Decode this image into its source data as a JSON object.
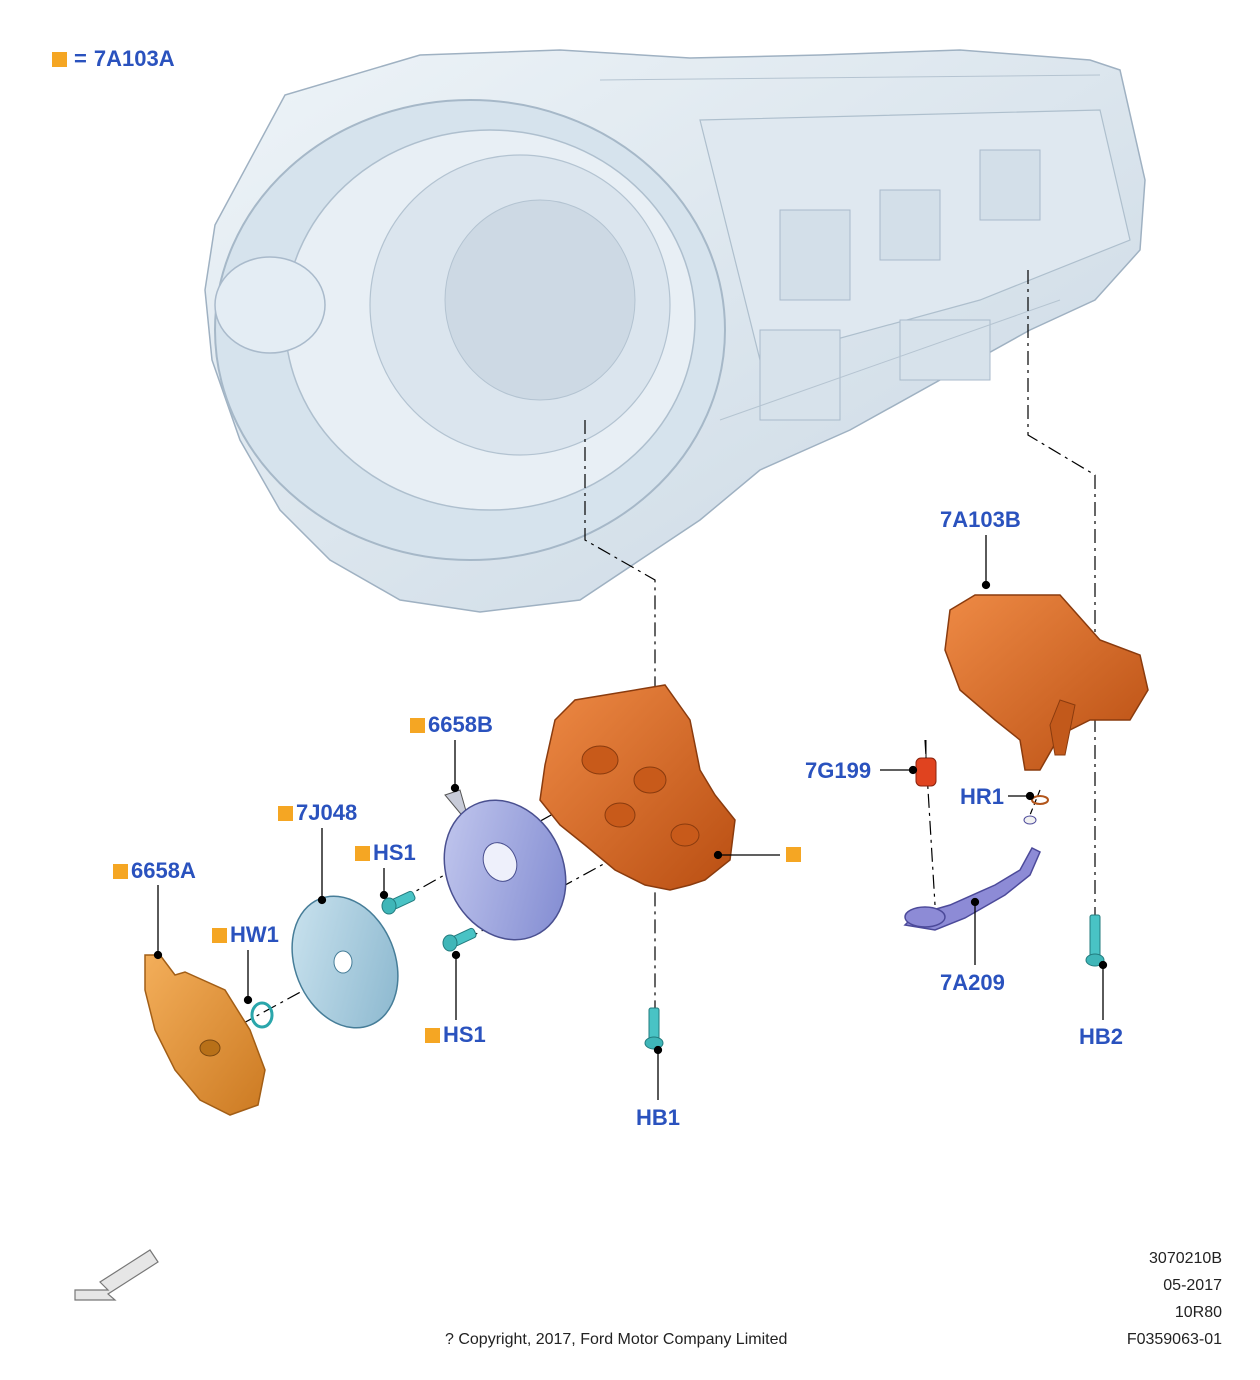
{
  "legend": {
    "equals": "=",
    "code": "7A103A",
    "marker_color": "#f5a623"
  },
  "callouts": {
    "c_7A103B": "7A103B",
    "c_6658B": "6658B",
    "c_7J048": "7J048",
    "c_6658A": "6658A",
    "c_HS1_top": "HS1",
    "c_HW1": "HW1",
    "c_HS1_bottom": "HS1",
    "c_7G199": "7G199",
    "c_HR1": "HR1",
    "c_7A209": "7A209",
    "c_HB1": "HB1",
    "c_HB2": "HB2"
  },
  "meta": {
    "code": "3070210B",
    "date": "05-2017",
    "model": "10R80",
    "figure": "F0359063-01"
  },
  "copyright": "? Copyright, 2017, Ford Motor Company Limited",
  "colors": {
    "label": "#2a52be",
    "marker": "#f5a623",
    "housing": "#dfe9f1",
    "pump": "#d4631e",
    "cover": "#e08a2c",
    "plate": "#8e97d8",
    "hardware": "#4bc7c9",
    "tube": "#7a78cf"
  },
  "icons": [
    "direction-arrow-icon"
  ]
}
